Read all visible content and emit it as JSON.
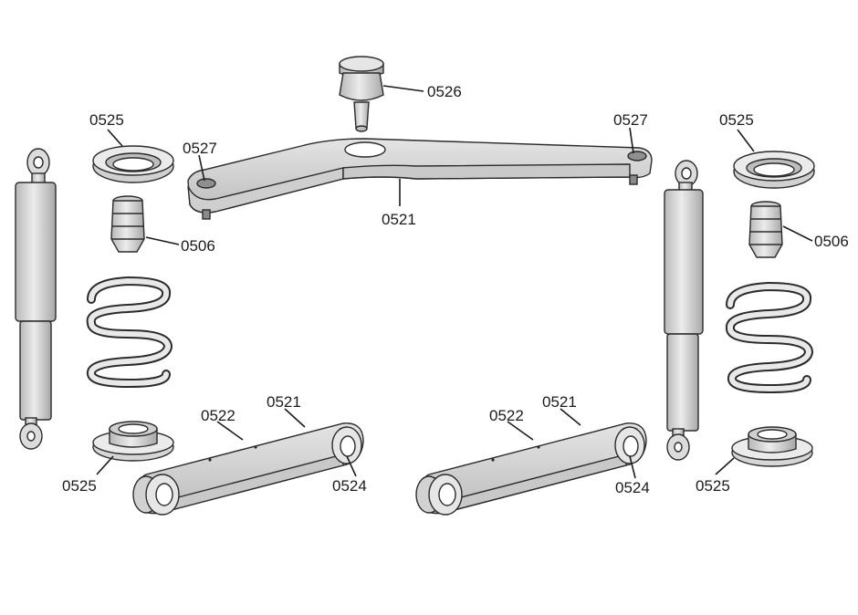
{
  "labels": {
    "p0526": "0526",
    "p0527_left": "0527",
    "p0527_right": "0527",
    "p0521_top": "0521",
    "p0525_top_left": "0525",
    "p0525_top_right": "0525",
    "p0506_left": "0506",
    "p0506_right": "0506",
    "p0522_left": "0522",
    "p0521_left": "0521",
    "p0524_left": "0524",
    "p0525_bottom_left": "0525",
    "p0522_right": "0522",
    "p0521_right": "0521",
    "p0524_right": "0524",
    "p0525_bottom_right": "0525"
  }
}
